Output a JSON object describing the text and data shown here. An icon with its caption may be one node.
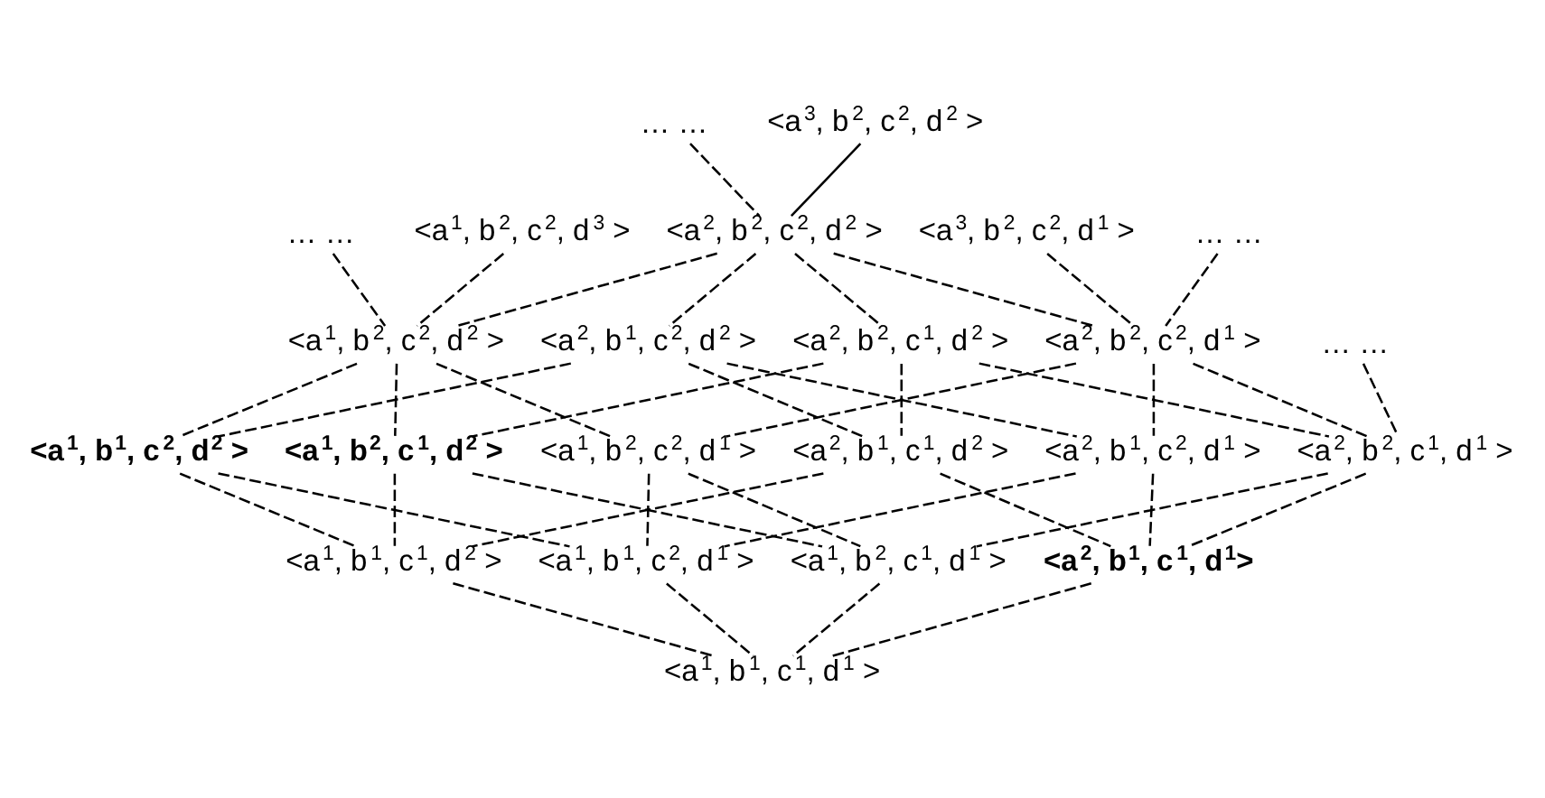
{
  "diagram": {
    "nodes": [
      {
        "text": [
          "… …"
        ]
      },
      {
        "text": [
          "<a$^{3}$, b$^{2}$, c$^{2}$, d$^{2}$ >"
        ]
      },
      {
        "text": [
          "… …"
        ]
      },
      {
        "text": [
          "<a$^{1}$, b$^{2}$, c$^{2}$, d$^{3}$ >"
        ]
      },
      {
        "text": [
          "<a$^{2}$, b$^{2}$, c$^{2}$, d$^{2}$ >"
        ]
      },
      {
        "text": [
          "<a$^{3}$, b$^{2}$, c$^{2}$, d$^{1}$ >"
        ]
      },
      {
        "text": [
          "… …"
        ]
      },
      {
        "text": [
          "<a$^{1}$, b$^{2}$, c$^{2}$, d$^{2}$ >"
        ]
      },
      {
        "text": [
          "<a$^{2}$, b$^{1}$, c$^{2}$, d$^{2}$ >"
        ]
      },
      {
        "text": [
          "<a$^{2}$, b$^{2}$, c$^{1}$, d$^{2}$ >"
        ]
      },
      {
        "text": [
          "<a$^{2}$, b$^{2}$, c$^{2}$, d$^{1}$ >"
        ]
      },
      {
        "text": [
          "… …"
        ]
      },
      {
        "text": [
          "<a$^{1}$, b$^{1}$, c$^{2}$, d$^{2}$ >"
        ]
      },
      {
        "text": [
          "<a$^{1}$, b$^{2}$, c$^{1}$, d$^{2}$ >"
        ]
      },
      {
        "text": [
          "<a$^{1}$, b$^{2}$, c$^{2}$, d$^{1}$ >"
        ]
      },
      {
        "text": [
          "<a$^{2}$, b$^{1}$, c$^{1}$, d$^{2}$ >"
        ]
      },
      {
        "text": [
          "<a$^{2}$, b$^{1}$, c$^{2}$, d$^{1}$ >"
        ]
      },
      {
        "text": [
          "<a$^{2}$, b$^{2}$, c$^{1}$, d$^{1}$ >"
        ]
      },
      {
        "text": [
          "<a$^{1}$, b$^{1}$, c$^{1}$, d$^{2}$ >"
        ]
      },
      {
        "text": [
          "<a$^{1}$, b$^{1}$, c$^{2}$, d$^{1}$ >"
        ]
      },
      {
        "text": [
          "<a$^{1}$, b$^{2}$, c$^{1}$, d$^{1}$ >"
        ]
      },
      {
        "text": [
          "<a$^{2}$, b$^{1}$, c$^{1}$, d$^{1}$>"
        ]
      },
      {
        "text": [
          "<a$^{1}$, b$^{1}$, c$^{1}$, d$^{1}$ >"
        ]
      }
    ],
    "edges": [
      {
        "from": 0,
        "to": 4,
        "arrow": "none",
        "style": "dashed"
      },
      {
        "from": 1,
        "to": 4,
        "arrow": "none"
      },
      {
        "from": 2,
        "to": 7,
        "arrow": "none",
        "style": "dashed"
      },
      {
        "from": 3,
        "to": 7,
        "arrow": "none",
        "style": "dashed"
      },
      {
        "from": 5,
        "to": 10,
        "arrow": "none",
        "style": "dashed"
      },
      {
        "from": 6,
        "to": 10,
        "arrow": "none",
        "style": "dashed"
      },
      {
        "from": 4,
        "to": 7,
        "arrow": "none",
        "style": "dashed"
      },
      {
        "from": 4,
        "to": 8,
        "arrow": "none",
        "style": "dashed"
      },
      {
        "from": 4,
        "to": 9,
        "arrow": "none",
        "style": "dashed"
      },
      {
        "from": 4,
        "to": 10,
        "arrow": "none",
        "style": "dashed"
      },
      {
        "from": 11,
        "to": 17,
        "arrow": "none",
        "style": "dashed"
      },
      {
        "from": 7,
        "to": 12,
        "arrow": "none",
        "style": "dashed"
      },
      {
        "from": 7,
        "to": 13,
        "arrow": "none",
        "style": "dashed"
      },
      {
        "from": 7,
        "to": 14,
        "arrow": "none",
        "style": "dashed"
      },
      {
        "from": 8,
        "to": 12,
        "arrow": "none",
        "style": "dashed"
      },
      {
        "from": 8,
        "to": 15,
        "arrow": "none",
        "style": "dashed"
      },
      {
        "from": 8,
        "to": 16,
        "arrow": "none",
        "style": "dashed"
      },
      {
        "from": 9,
        "to": 13,
        "arrow": "none",
        "style": "dashed"
      },
      {
        "from": 9,
        "to": 15,
        "arrow": "none",
        "style": "dashed"
      },
      {
        "from": 9,
        "to": 17,
        "arrow": "none",
        "style": "dashed"
      },
      {
        "from": 10,
        "to": 14,
        "arrow": "none",
        "style": "dashed"
      },
      {
        "from": 10,
        "to": 16,
        "arrow": "none",
        "style": "dashed"
      },
      {
        "from": 10,
        "to": 17,
        "arrow": "none",
        "style": "dashed"
      },
      {
        "from": 12,
        "to": 18,
        "arrow": "none",
        "style": "dashed"
      },
      {
        "from": 12,
        "to": 19,
        "arrow": "none",
        "style": "dashed"
      },
      {
        "from": 13,
        "to": 18,
        "arrow": "none",
        "style": "dashed"
      },
      {
        "from": 13,
        "to": 20,
        "arrow": "none",
        "style": "dashed"
      },
      {
        "from": 14,
        "to": 19,
        "arrow": "none",
        "style": "dashed"
      },
      {
        "from": 14,
        "to": 20,
        "arrow": "none",
        "style": "dashed"
      },
      {
        "from": 15,
        "to": 18,
        "arrow": "none",
        "style": "dashed"
      },
      {
        "from": 15,
        "to": 21,
        "arrow": "none",
        "style": "dashed"
      },
      {
        "from": 16,
        "to": 19,
        "arrow": "none",
        "style": "dashed"
      },
      {
        "from": 16,
        "to": 21,
        "arrow": "none",
        "style": "dashed"
      },
      {
        "from": 17,
        "to": 20,
        "arrow": "none",
        "style": "dashed"
      },
      {
        "from": 17,
        "to": 21,
        "arrow": "none",
        "style": "dashed"
      },
      {
        "from": 18,
        "to": 22,
        "arrow": "none",
        "style": "dashed"
      },
      {
        "from": 19,
        "to": 22,
        "arrow": "none",
        "style": "dashed"
      },
      {
        "from": 20,
        "to": 22,
        "arrow": "none",
        "style": "dashed"
      },
      {
        "from": 21,
        "to": 22,
        "arrow": "none",
        "style": "dashed"
      }
    ]
  }
}
